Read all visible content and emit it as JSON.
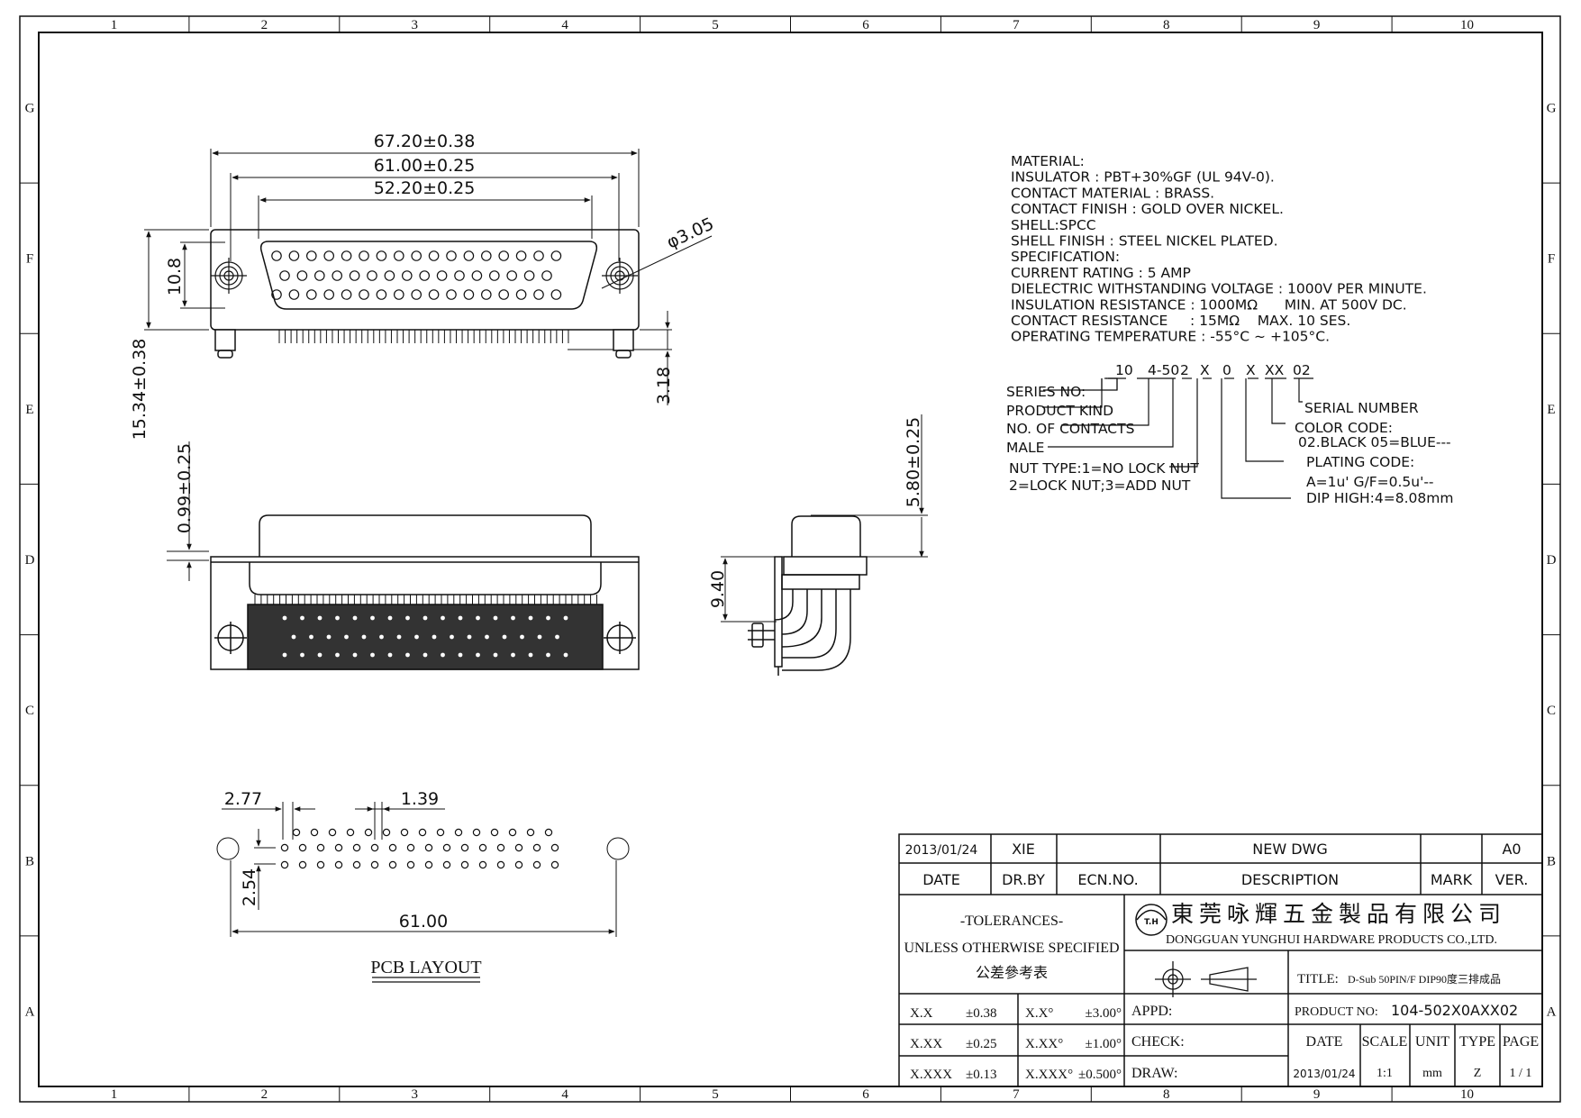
{
  "frame": {
    "columns": [
      "1",
      "2",
      "3",
      "4",
      "5",
      "6",
      "7",
      "8",
      "9",
      "10"
    ],
    "rows": [
      "G",
      "F",
      "E",
      "D",
      "C",
      "B",
      "A"
    ]
  },
  "front_view": {
    "dim_overall": "67.20±0.38",
    "dim_mount": "61.00±0.25",
    "dim_shell": "52.20±0.25",
    "dim_hole": "φ3.05",
    "dim_height": "10.8",
    "dim_total_height": "15.34±0.38",
    "dim_tail": "3.18"
  },
  "bottom_view": {
    "dim_flange": "0.99±0.25"
  },
  "side_view": {
    "dim_shell_height": "5.80±0.25",
    "dim_tail_height": "9.40"
  },
  "pcb": {
    "dim_x_offset": "2.77",
    "dim_pitch_x": "1.39",
    "dim_row_pitch": "2.54",
    "dim_mount": "61.00",
    "label": "PCB LAYOUT"
  },
  "spec": {
    "lines": [
      "MATERIAL:",
      "INSULATOR : PBT+30%GF (UL 94V-0).",
      "CONTACT MATERIAL : BRASS.",
      "CONTACT FINISH : GOLD OVER NICKEL.",
      "SHELL:SPCC",
      "SHELL FINISH : STEEL NICKEL PLATED.",
      "SPECIFICATION:",
      "CURRENT RATING : 5 AMP",
      "DIELECTRIC WITHSTANDING VOLTAGE : 1000V PER MINUTE.",
      "INSULATION RESISTANCE : 1000MΩ      MIN. AT 500V DC.",
      "CONTACT RESISTANCE     : 15MΩ    MAX. 10 SES.",
      "OPERATING TEMPERATURE : -55°C ~ +105°C."
    ]
  },
  "part_code": {
    "segments": [
      "10",
      "4-50",
      "2",
      "X",
      "0",
      "X",
      "XX",
      "02"
    ],
    "left_labels": [
      "SERIES NO:",
      "PRODUCT KIND",
      "NO. OF CONTACTS",
      "MALE",
      "NUT TYPE:1=NO LOCK NUT",
      "2=LOCK NUT;3=ADD NUT"
    ],
    "right_labels": [
      "SERIAL NUMBER",
      "COLOR CODE:",
      "02.BLACK  05=BLUE---",
      "PLATING CODE:",
      "A=1u' G/F=0.5u'--",
      "DIP HIGH:4=8.08mm"
    ]
  },
  "title_block": {
    "rev_date": "2013/01/24",
    "rev_by": "XIE",
    "rev_desc": "NEW DWG",
    "rev_ver": "A0",
    "h_date": "DATE",
    "h_drby": "DR.BY",
    "h_ecn": "ECN.NO.",
    "h_desc": "DESCRIPTION",
    "h_mark": "MARK",
    "h_ver": "VER.",
    "tol_1": "-TOLERANCES-",
    "tol_2": "UNLESS OTHERWISE SPECIFIED",
    "tol_3": "公差參考表",
    "company_cn": "東莞咏輝五金製品有限公司",
    "company_en": "DONGGUAN YUNGHUI HARDWARE PRODUCTS CO.,LTD.",
    "logo_text": "T.H",
    "title_label": "TITLE:",
    "title_value": "D-Sub 50PIN/F DIP90度三排成品",
    "tol_rows": [
      [
        "X.X",
        "±0.38",
        "X.X°",
        "±3.00°"
      ],
      [
        "X.XX",
        "±0.25",
        "X.XX°",
        "±1.00°"
      ],
      [
        "X.XXX",
        "±0.13",
        "X.XXX°",
        "±0.500°"
      ]
    ],
    "appd": "APPD:",
    "check": "CHECK:",
    "draw": "DRAW:",
    "product_no_label": "PRODUCT NO:",
    "product_no": "104-502X0AXX02",
    "f_date": "DATE",
    "f_scale": "SCALE",
    "f_unit": "UNIT",
    "f_type": "TYPE",
    "f_page": "PAGE",
    "v_date": "2013/01/24",
    "v_scale": "1:1",
    "v_unit": "mm",
    "v_type": "Z",
    "v_page": "1 / 1"
  }
}
